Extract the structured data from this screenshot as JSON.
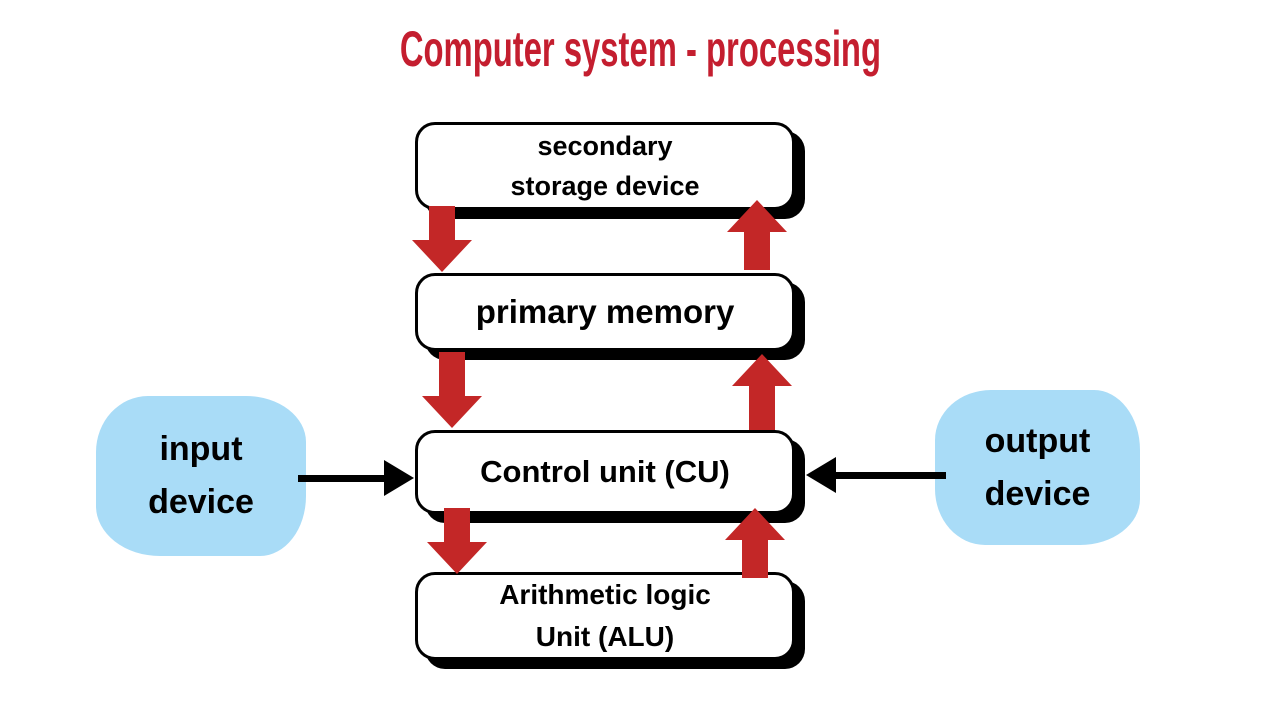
{
  "title": {
    "text": "Computer system - processing",
    "color": "#c41e2f"
  },
  "boxes": {
    "secondary_storage": {
      "line1": "secondary",
      "line2": "storage device"
    },
    "primary_memory": {
      "label": "primary memory"
    },
    "control_unit": {
      "label": "Control unit (CU)"
    },
    "alu": {
      "line1": "Arithmetic logic",
      "line2": "Unit (ALU)"
    }
  },
  "devices": {
    "input": {
      "line1": "input",
      "line2": "device"
    },
    "output": {
      "line1": "output",
      "line2": "device"
    }
  },
  "arrows": {
    "red_color": "#c32727",
    "black_color": "#000000",
    "red_vertical_pairs": [
      "secondary-storage <-> primary-memory",
      "primary-memory <-> control-unit",
      "control-unit <-> alu"
    ],
    "black_horizontal": [
      "input-device -> control-unit",
      "output-device -> control-unit"
    ]
  },
  "colors": {
    "background": "#ffffff",
    "box_fill": "#ffffff",
    "box_border": "#000000",
    "box_shadow": "#000000",
    "device_fill": "#a9dcf7"
  }
}
